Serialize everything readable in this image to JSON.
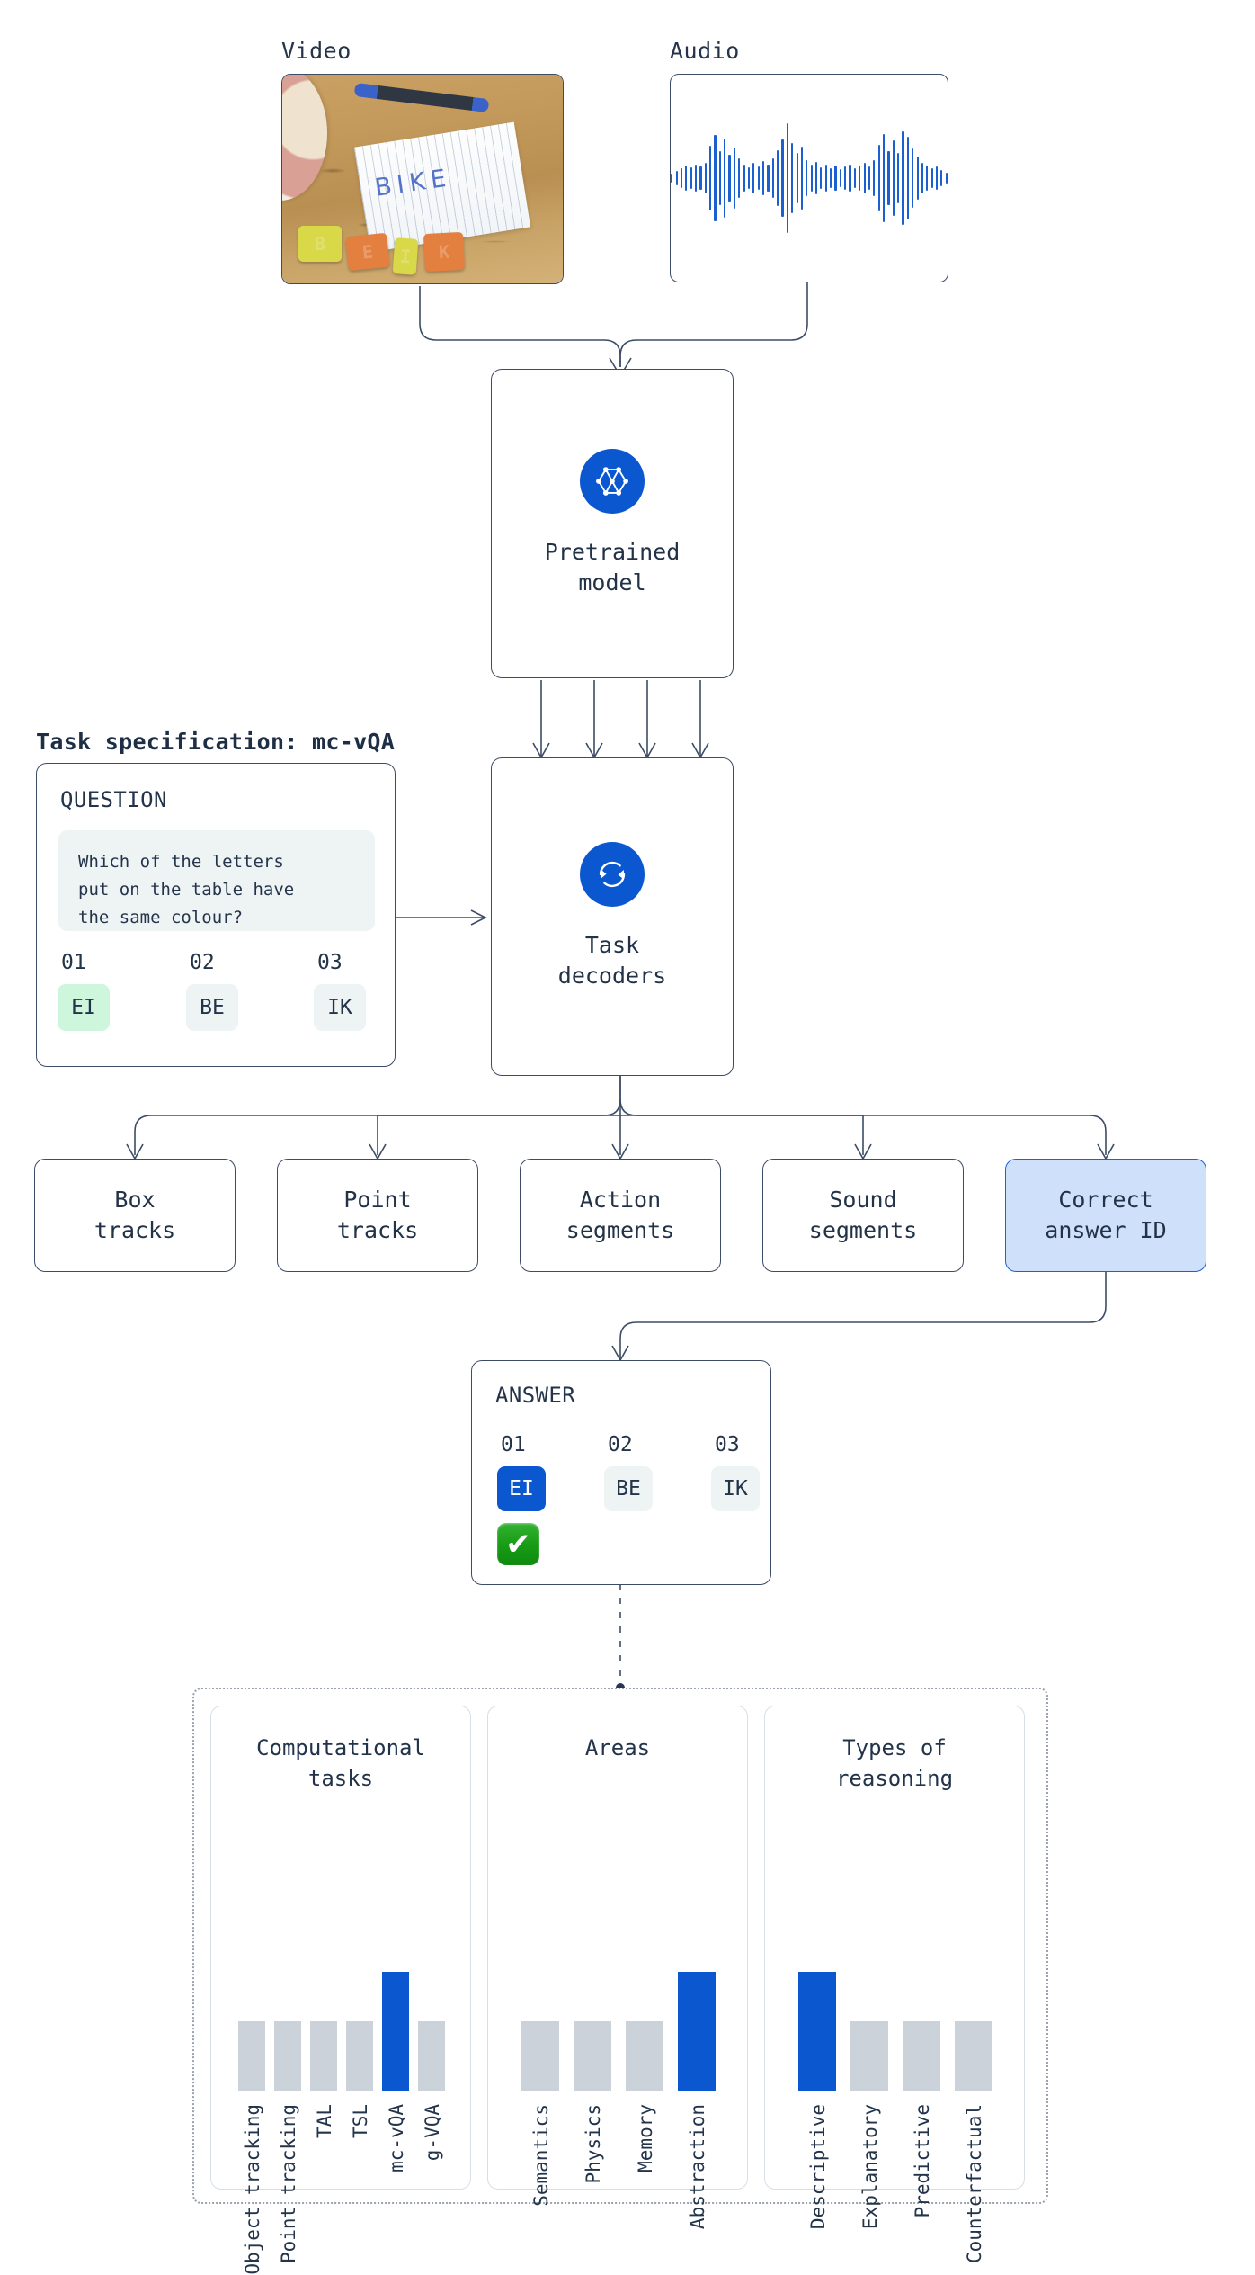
{
  "inputs": {
    "video_caption": "Video",
    "audio_caption": "Audio",
    "video_scene": {
      "written_word": "BIKE",
      "letter_blocks": [
        {
          "letter": "B",
          "color": "#d8d849"
        },
        {
          "letter": "E",
          "color": "#e3803f"
        },
        {
          "letter": "I",
          "color": "#d8d849"
        },
        {
          "letter": "K",
          "color": "#e3803f"
        }
      ]
    },
    "waveform_icon": "audio-waveform",
    "waveform_heights": [
      10,
      16,
      22,
      28,
      24,
      30,
      26,
      34,
      72,
      96,
      60,
      88,
      52,
      68,
      44,
      30,
      24,
      34,
      26,
      38,
      30,
      44,
      62,
      86,
      122,
      78,
      56,
      70,
      40,
      30,
      36,
      24,
      30,
      22,
      28,
      20,
      26,
      30,
      22,
      28,
      34,
      26,
      40,
      74,
      98,
      60,
      84,
      56,
      104,
      92,
      66,
      48,
      34,
      28,
      22,
      26,
      18,
      12
    ]
  },
  "pretrained": {
    "label": "Pretrained\nmodel",
    "icon": "graph-network-icon",
    "icon_color": "#0b57d0"
  },
  "spec": {
    "heading": "Task specification: mc-vQA",
    "card_title": "QUESTION",
    "question": "Which of the letters\nput on the table have\nthe same colour?",
    "options": [
      {
        "num": "01",
        "text": "EI",
        "highlighted": true
      },
      {
        "num": "02",
        "text": "BE",
        "highlighted": false
      },
      {
        "num": "03",
        "text": "IK",
        "highlighted": false
      }
    ]
  },
  "decoders": {
    "label": "Task\ndecoders",
    "icon": "refresh-sync-icon",
    "icon_color": "#0b57d0"
  },
  "outputs": [
    {
      "label": "Box\ntracks",
      "highlighted": false
    },
    {
      "label": "Point\ntracks",
      "highlighted": false
    },
    {
      "label": "Action\nsegments",
      "highlighted": false
    },
    {
      "label": "Sound\nsegments",
      "highlighted": false
    },
    {
      "label": "Correct\nanswer ID",
      "highlighted": true
    }
  ],
  "answer": {
    "card_title": "ANSWER",
    "options": [
      {
        "num": "01",
        "text": "EI",
        "selected": true
      },
      {
        "num": "02",
        "text": "BE",
        "selected": false
      },
      {
        "num": "03",
        "text": "IK",
        "selected": false
      }
    ],
    "verdict_icon": "green-check-mark",
    "verdict_glyph": "✔",
    "verdict_color": "#17a015"
  },
  "chart_data": [
    {
      "type": "bar",
      "title": "Computational\ntasks",
      "categories": [
        "Object tracking",
        "Point tracking",
        "TAL",
        "TSL",
        "mc-vQA",
        "g-VQA"
      ],
      "values": [
        1,
        1,
        1,
        1,
        1.7,
        1
      ],
      "highlight_index": 4,
      "highlight_color": "#0b57d0",
      "base_color": "#ccd2da",
      "xlabel": "",
      "ylabel": "",
      "ylim": [
        0,
        2
      ],
      "grid": false,
      "legend": "none"
    },
    {
      "type": "bar",
      "title": "Areas",
      "categories": [
        "Semantics",
        "Physics",
        "Memory",
        "Abstraction"
      ],
      "values": [
        1,
        1,
        1,
        1.7
      ],
      "highlight_index": 3,
      "highlight_color": "#0b57d0",
      "base_color": "#ccd2da",
      "xlabel": "",
      "ylabel": "",
      "ylim": [
        0,
        2
      ],
      "grid": false,
      "legend": "none"
    },
    {
      "type": "bar",
      "title": "Types of\nreasoning",
      "categories": [
        "Descriptive",
        "Explanatory",
        "Predictive",
        "Counterfactual"
      ],
      "values": [
        1.7,
        1,
        1,
        1
      ],
      "highlight_index": 0,
      "highlight_color": "#0b57d0",
      "base_color": "#ccd2da",
      "xlabel": "",
      "ylabel": "",
      "ylim": [
        0,
        2
      ],
      "grid": false,
      "legend": "none"
    }
  ]
}
